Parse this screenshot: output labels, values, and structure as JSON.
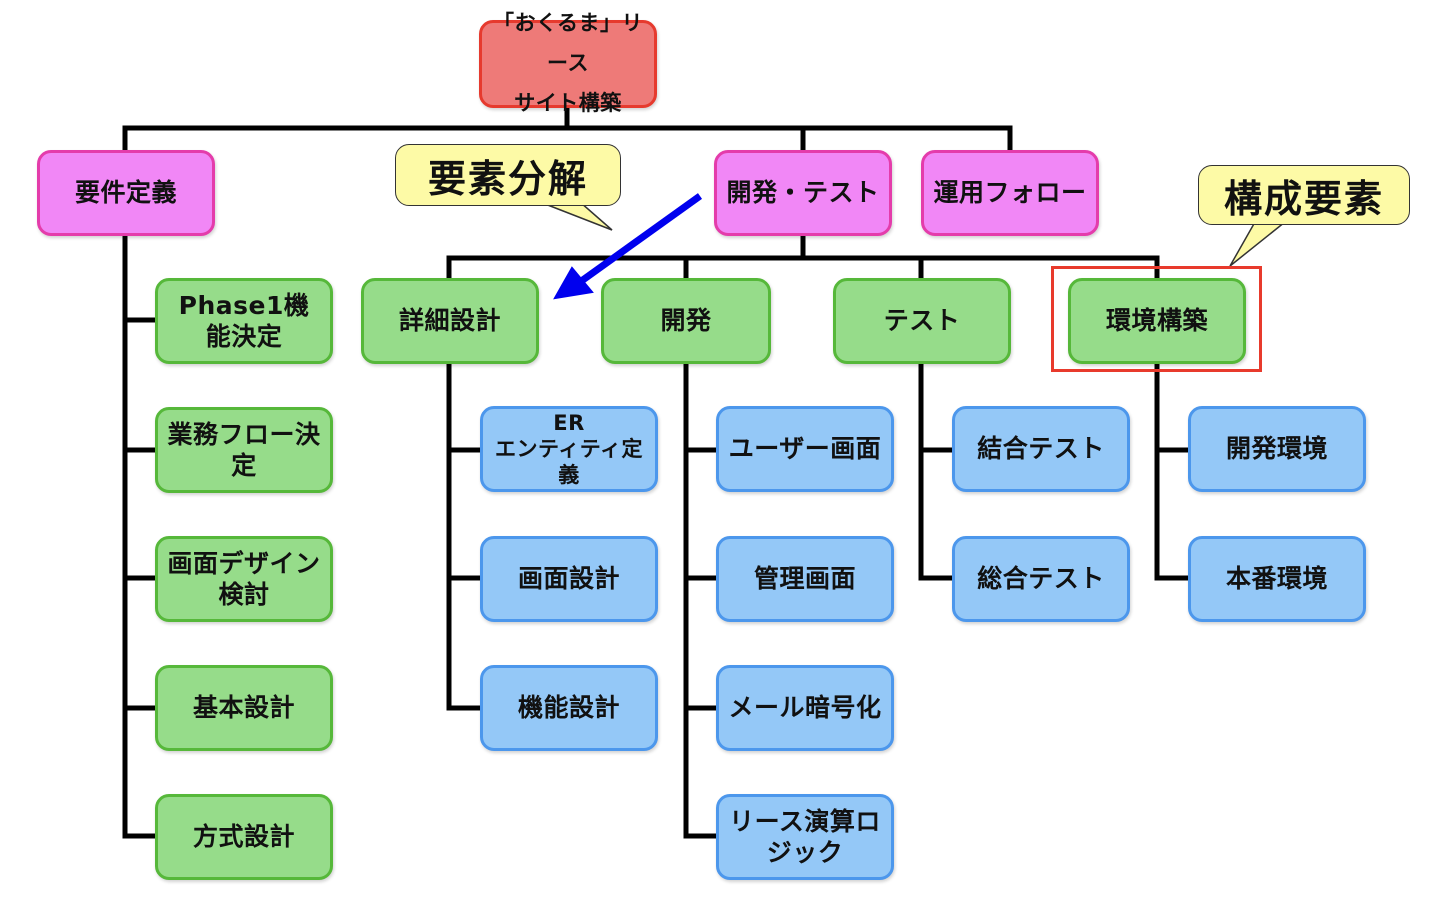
{
  "colors": {
    "root_fill": "#ee7a78",
    "root_border": "#e63a2e",
    "level1_fill": "#f187f6",
    "level1_border": "#e43cab",
    "level2_fill": "#96dc8a",
    "level2_border": "#56b83a",
    "level3_fill": "#94c8f7",
    "level3_border": "#4c97ec",
    "callout_fill": "#fdfaa6",
    "arrow": "#0000ee",
    "highlight": "#e83a2c",
    "connector": "#000000"
  },
  "root": {
    "label": "「おくるま」リース\nサイト構築"
  },
  "level1": [
    {
      "id": "requirements",
      "label": "要件定義"
    },
    {
      "id": "devtest",
      "label": "開発・テスト"
    },
    {
      "id": "operations",
      "label": "運用フォロー"
    }
  ],
  "requirements_children": [
    {
      "label": "Phase1機\n能決定"
    },
    {
      "label": "業務フロー決\n定"
    },
    {
      "label": "画面デザイン\n検討"
    },
    {
      "label": "基本設計"
    },
    {
      "label": "方式設計"
    }
  ],
  "devtest_children": [
    {
      "id": "detail_design",
      "label": "詳細設計",
      "children": [
        {
          "label": "ER\nエンティティ定義"
        },
        {
          "label": "画面設計"
        },
        {
          "label": "機能設計"
        }
      ]
    },
    {
      "id": "development",
      "label": "開発",
      "children": [
        {
          "label": "ユーザー画面"
        },
        {
          "label": "管理画面"
        },
        {
          "label": "メール暗号化"
        },
        {
          "label": "リース演算ロ\nジック"
        }
      ]
    },
    {
      "id": "test",
      "label": "テスト",
      "children": [
        {
          "label": "結合テスト"
        },
        {
          "label": "総合テスト"
        }
      ]
    },
    {
      "id": "environment",
      "label": "環境構築",
      "children": [
        {
          "label": "開発環境"
        },
        {
          "label": "本番環境"
        }
      ]
    }
  ],
  "callouts": {
    "decomposition": "要素分解",
    "components": "構成要素"
  }
}
